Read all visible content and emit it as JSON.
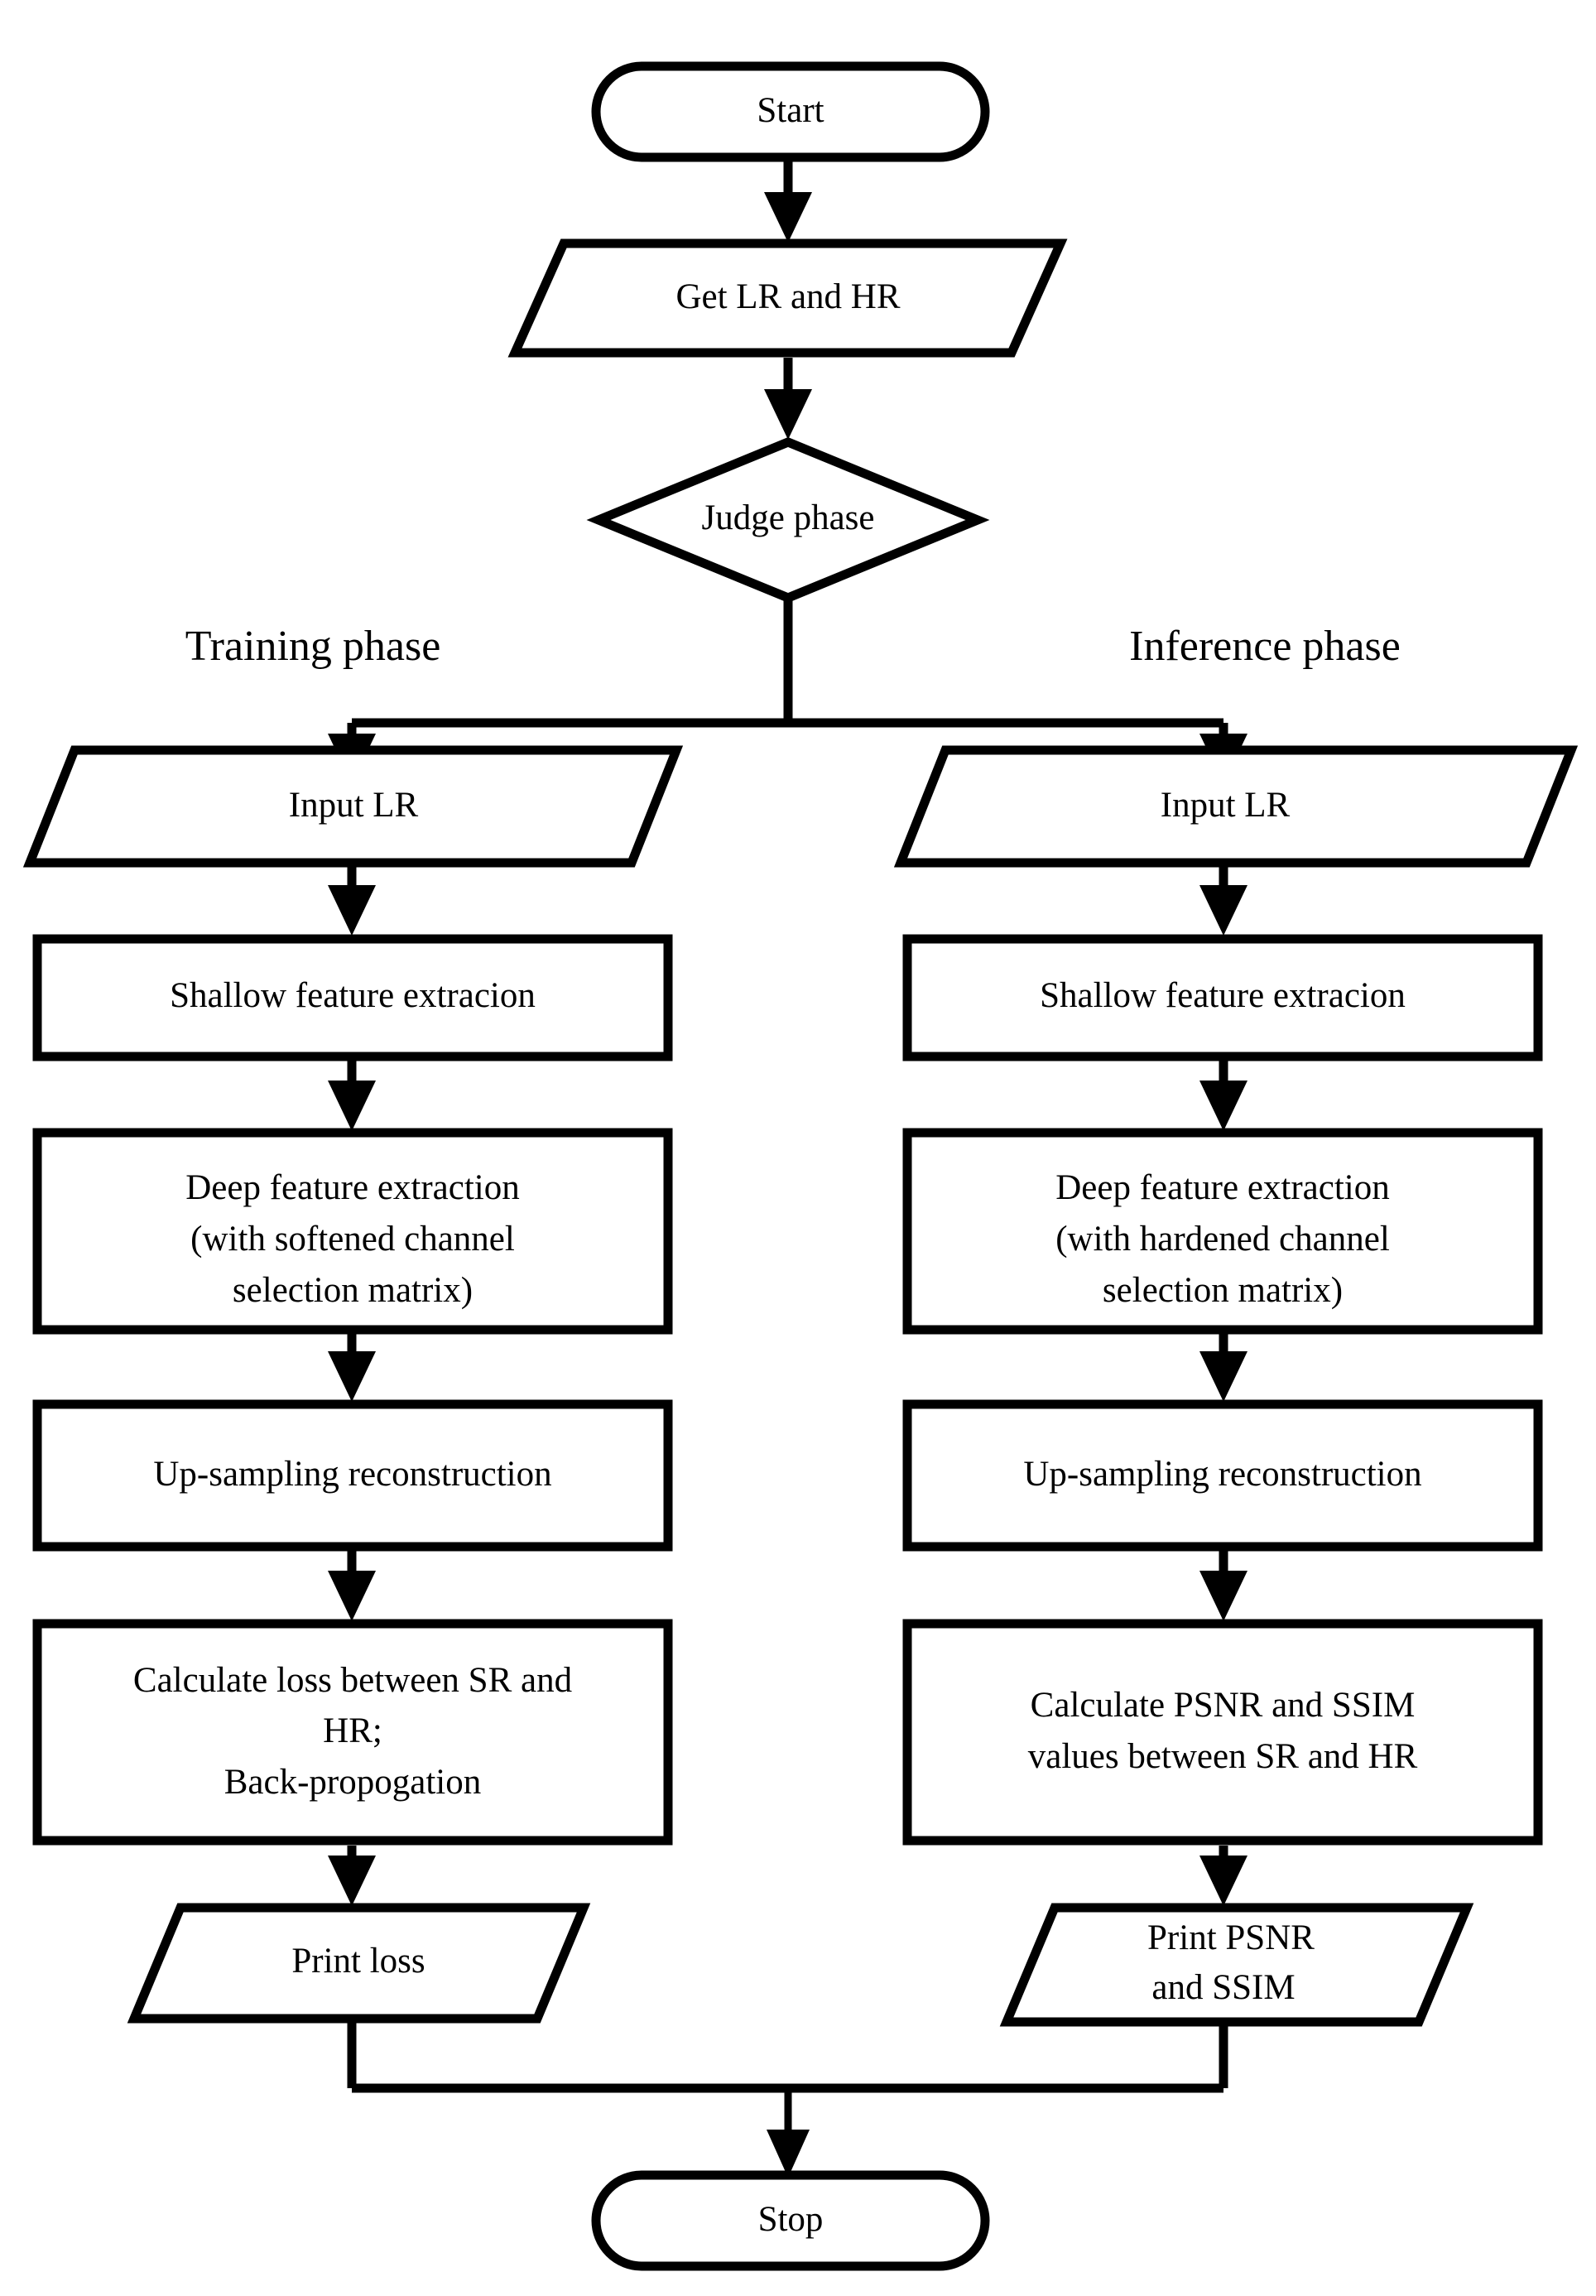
{
  "diagram": {
    "type": "flowchart",
    "title": "Training and inference phase flowchart",
    "orientation": "top-to-bottom",
    "background_color": "#ffffff",
    "stroke_color": "#000000",
    "fill_color": "#ffffff"
  },
  "nodes": {
    "start": {
      "label": "Start",
      "shape": "terminator"
    },
    "get_lr_hr": {
      "label": "Get LR and HR",
      "shape": "parallelogram"
    },
    "judge": {
      "label": "Judge phase",
      "shape": "diamond"
    },
    "left": {
      "input_lr": {
        "label": "Input LR",
        "shape": "parallelogram"
      },
      "shallow": {
        "label": "Shallow feature extracion",
        "shape": "process"
      },
      "deep_line1": {
        "label": "Deep feature extraction",
        "shape": "process"
      },
      "deep_line2": {
        "label": "(with softened channel"
      },
      "deep_line3": {
        "label": "selection matrix)"
      },
      "upsample": {
        "label": "Up-sampling reconstruction",
        "shape": "process"
      },
      "calc_line1": {
        "label": "Calculate loss between SR and",
        "shape": "process"
      },
      "calc_line2": {
        "label": "HR;"
      },
      "calc_line3": {
        "label": "Back-propogation"
      },
      "print": {
        "label": "Print loss",
        "shape": "parallelogram"
      }
    },
    "right": {
      "input_lr": {
        "label": "Input LR",
        "shape": "parallelogram"
      },
      "shallow": {
        "label": "Shallow feature extracion",
        "shape": "process"
      },
      "deep_line1": {
        "label": "Deep feature extraction",
        "shape": "process"
      },
      "deep_line2": {
        "label": "(with hardened channel"
      },
      "deep_line3": {
        "label": "selection matrix)"
      },
      "upsample": {
        "label": "Up-sampling reconstruction",
        "shape": "process"
      },
      "calc_line1": {
        "label": "Calculate PSNR and SSIM",
        "shape": "process"
      },
      "calc_line2": {
        "label": "values between SR and HR"
      },
      "print_line1": {
        "label": "Print PSNR",
        "shape": "parallelogram"
      },
      "print_line2": {
        "label": "and SSIM"
      }
    },
    "stop": {
      "label": "Stop",
      "shape": "terminator"
    }
  },
  "branch_labels": {
    "left": "Training phase",
    "right": "Inference phase"
  }
}
